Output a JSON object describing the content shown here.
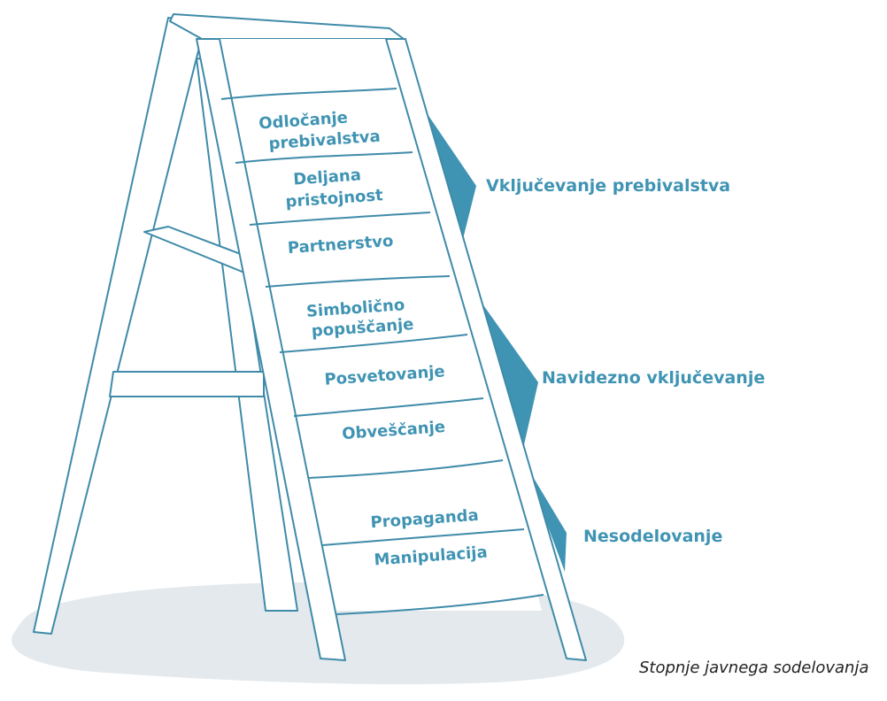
{
  "colors": {
    "accent": "#4094b3",
    "stroke": "#3f8ba9",
    "shadow": "#e3e9ed",
    "caption": "#222222"
  },
  "rungs": [
    {
      "line1": "Odločanje",
      "line2": "prebivalstva"
    },
    {
      "line1": "Deljana",
      "line2": "pristojnost"
    },
    {
      "line1": "Partnerstvo",
      "line2": ""
    },
    {
      "line1": "Simbolično",
      "line2": "popuščanje"
    },
    {
      "line1": "Posvetovanje",
      "line2": ""
    },
    {
      "line1": "Obveščanje",
      "line2": ""
    },
    {
      "line1": "Propaganda",
      "line2": ""
    },
    {
      "line1": "Manipulacija",
      "line2": ""
    }
  ],
  "groups": [
    {
      "label": "Vključevanje prebivalstva"
    },
    {
      "label": "Navidezno vključevanje"
    },
    {
      "label": "Nesodelovanje"
    }
  ],
  "caption": "Stopnje javnega sodelovanja"
}
